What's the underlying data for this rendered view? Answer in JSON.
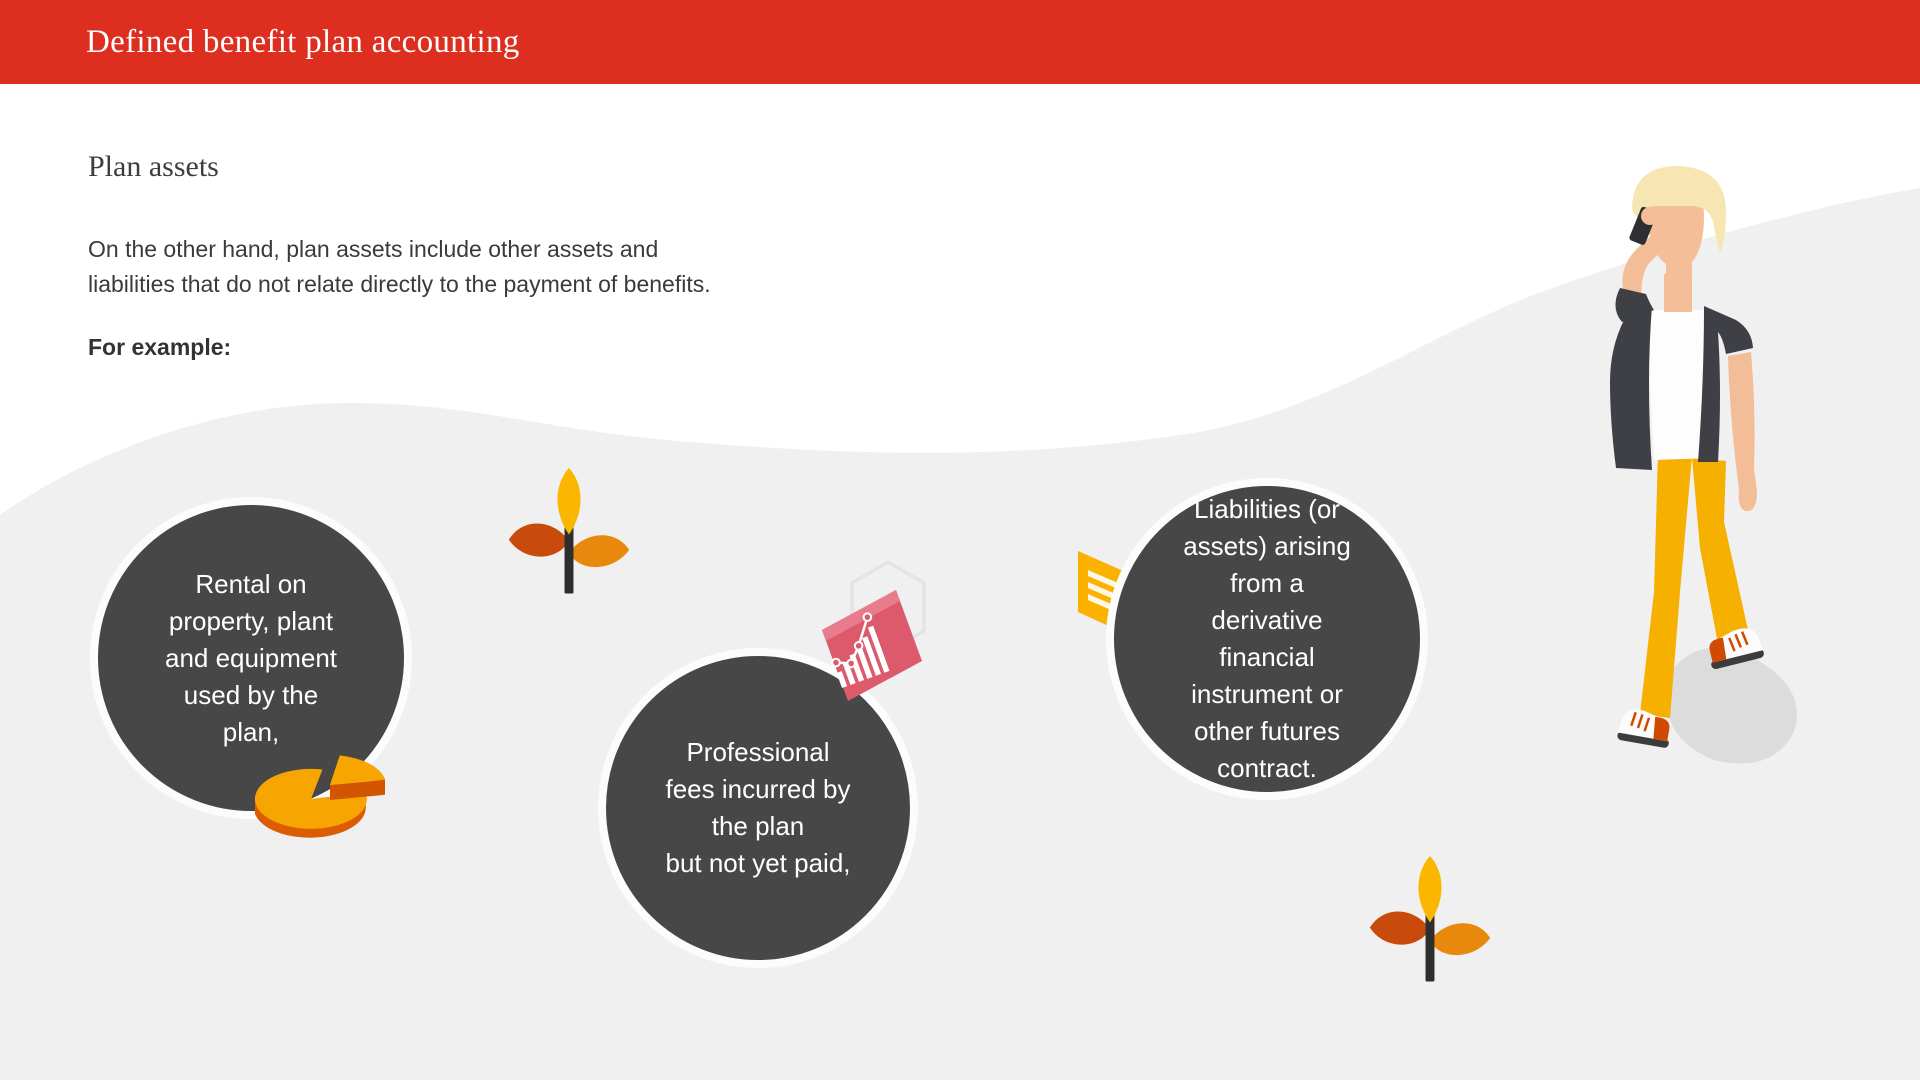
{
  "header": {
    "title": "Defined benefit plan accounting"
  },
  "content": {
    "section_title": "Plan assets",
    "paragraph": "On the other hand, plan assets include other assets and\nliabilities that do not relate directly to the payment of benefits.",
    "emphasis": "For example:"
  },
  "examples": [
    {
      "id": "rental",
      "text": "Rental on\nproperty, plant\nand equipment\nused by the\nplan,"
    },
    {
      "id": "fees",
      "text": "Professional\nfees incurred by\nthe plan\nbut not yet paid,"
    },
    {
      "id": "derivatives",
      "text": "Liabilities (or\nassets) arising\nfrom a\nderivative\nfinancial\ninstrument or\nother futures\ncontract."
    }
  ],
  "theme": {
    "header_red": "#DD2E1F",
    "circle_fill": "#474747",
    "circle_ring": "#FCFCFC",
    "wave_gray": "#F0F0F0",
    "text_dark": "#3A3A3A",
    "accent_yellow": "#FBB600",
    "accent_orange": "#E8880C",
    "accent_burnt_orange": "#C94B0C",
    "accent_rose": "#DD5A6D",
    "pie_top": "#F7A500",
    "pie_side": "#DB5C03"
  },
  "decorations": {
    "icons": [
      "pie-chart-3d",
      "plant-sprout-left",
      "plant-sprout-right",
      "bar-line-chart-card",
      "hexagon-outline",
      "document-card",
      "person-on-phone"
    ]
  }
}
